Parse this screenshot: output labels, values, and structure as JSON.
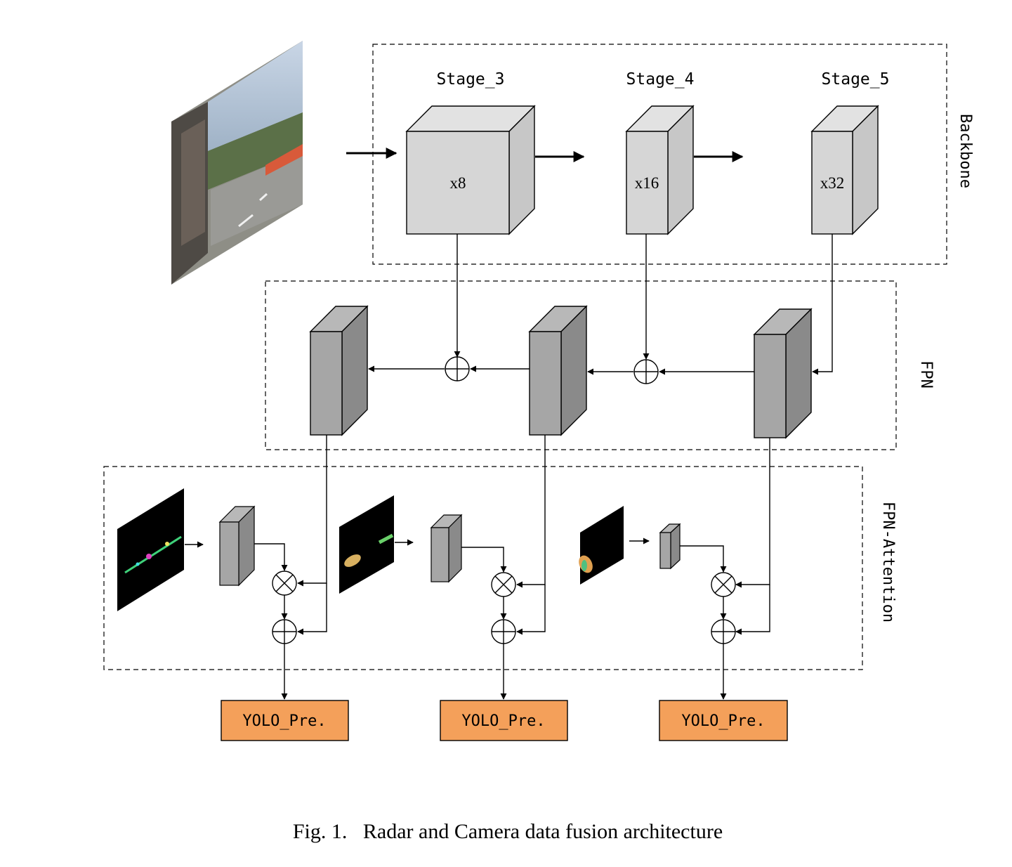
{
  "sections": {
    "backbone": "Backbone",
    "fpn": "FPN",
    "fpn_attention": "FPN-Attention"
  },
  "stages": [
    {
      "name": "Stage_3",
      "scale": "x8"
    },
    {
      "name": "Stage_4",
      "scale": "x16"
    },
    {
      "name": "Stage_5",
      "scale": "x32"
    }
  ],
  "predictions": [
    "YOLO_Pre.",
    "YOLO_Pre.",
    "YOLO_Pre."
  ],
  "caption": "Fig. 1.   Radar and Camera data fusion architecture",
  "colors": {
    "backbone_block": "#d6d6d6",
    "fpn_block": "#a6a6a6",
    "yolo_block": "#f4a05a"
  }
}
